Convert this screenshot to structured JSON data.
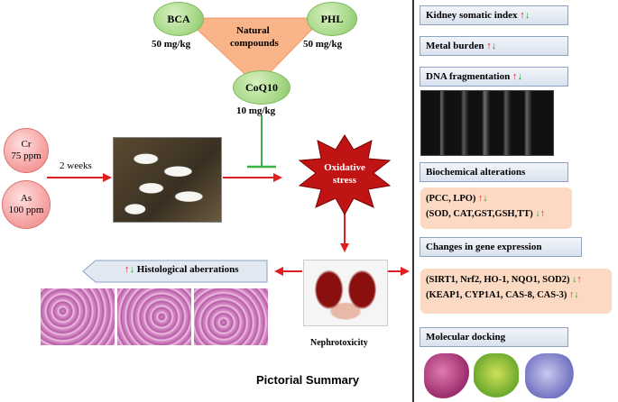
{
  "compounds": {
    "triangle_label_line1": "Natural",
    "triangle_label_line2": "compounds",
    "bca": {
      "name": "BCA",
      "dose": "50 mg/kg"
    },
    "phl": {
      "name": "PHL",
      "dose": "50 mg/kg"
    },
    "coq10": {
      "name": "CoQ10",
      "dose": "10 mg/kg"
    }
  },
  "exposure": {
    "cr": {
      "name": "Cr",
      "dose": "75 ppm"
    },
    "as": {
      "name": "As",
      "dose": "100 ppm"
    },
    "duration": "2 weeks"
  },
  "center": {
    "starburst_line1": "Oxidative",
    "starburst_line2": "stress",
    "kidney_caption": "Nephrotoxicity",
    "histology_label": "Histological aberrations",
    "footer_title": "Pictorial Summary"
  },
  "right_panel": {
    "kidney_index": "Kidney somatic index",
    "metal_burden": "Metal burden",
    "dna_fragmentation": "DNA fragmentation",
    "biochemical": "Biochemical alterations",
    "biochem_line1": "(PCC, LPO)",
    "biochem_line2": "(SOD, CAT,GST,GSH,TT)",
    "gene_expression": "Changes in gene expression",
    "gene_line1": "(SIRT1, Nrf2, HO-1, NQO1, SOD2)",
    "gene_line2": "(KEAP1, CYP1A1, CAS-8, CAS-3)",
    "molecular_docking": "Molecular docking"
  },
  "arrows": {
    "up": "↑",
    "down": "↓"
  },
  "colors": {
    "red": "#e02020",
    "green": "#1aa33a",
    "peach": "#fbd9c3",
    "banner_border": "#8ea3c0"
  }
}
